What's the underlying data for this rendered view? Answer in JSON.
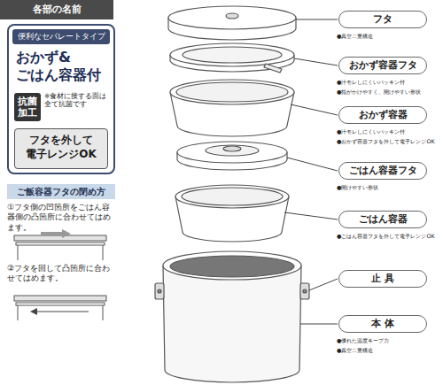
{
  "diagram": {
    "title": "各部の名前",
    "nodes": [
      {
        "text": [
          "便利なセパレートタイプ",
          "おかず& ごはん容器付"
        ]
      },
      {
        "text": [
          "抗菌加工"
        ],
        "in": 0
      },
      {
        "text": [
          "フタを外して 電子レンジOK"
        ],
        "in": 0
      },
      {
        "text": [
          "ご飯容器フタの閉め方"
        ]
      },
      {
        "text": [
          "フタ"
        ]
      },
      {
        "text": [
          "おかず容器フタ"
        ]
      },
      {
        "text": [
          "おかず容器"
        ]
      },
      {
        "text": [
          "ごはん容器フタ"
        ]
      },
      {
        "text": [
          "ごはん容器"
        ]
      },
      {
        "text": [
          "止 具"
        ]
      },
      {
        "text": [
          "本 体"
        ]
      }
    ],
    "labels": [
      "※食材に接する面は全て抗菌です",
      "①フタ側の凹箇所をごはん容器側の凸箇所に合わせてはめます。",
      "②フタを回して凸箇所に合わせてはめます。",
      "●真空二重構造",
      "●汁モレしにくいパッキン付",
      "●指がかけやすく、開けやすい形状",
      "●汁モレしにくいパッキン付",
      "●おかず容器フタを外して電子レンジOK",
      "●開けやすい形状",
      "●ごはん容器フタを外して電子レンジOK",
      "●優れた温度キープ力",
      "●真空二重構造"
    ]
  }
}
